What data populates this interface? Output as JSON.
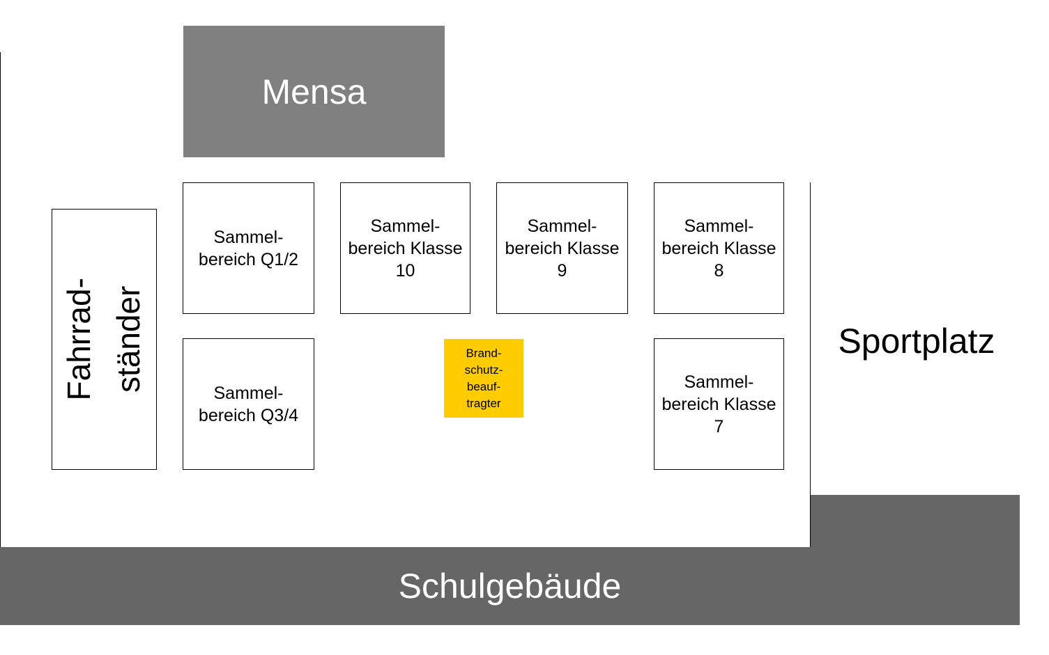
{
  "buildings": {
    "mensa": "Mensa",
    "school": "Schulgebäude",
    "sports_field": "Sportplatz",
    "bike_rack": "Fahrrad-\nständer"
  },
  "assembly_areas": [
    {
      "label": "Sammel-\nbereich Q1/2"
    },
    {
      "label": "Sammel-\nbereich Klasse\n10"
    },
    {
      "label": "Sammel-\nbereich Klasse\n9"
    },
    {
      "label": "Sammel-\nbereich Klasse\n8"
    },
    {
      "label": "Sammel-\nbereich Q3/4"
    },
    {
      "label": "Sammel-\nbereich Klasse\n7"
    }
  ],
  "fire_warden": "Brand-\nschutz-\nbeauf-\ntragter",
  "colors": {
    "mensa": "#808080",
    "school": "#666666",
    "fire_warden": "#ffcc00"
  }
}
